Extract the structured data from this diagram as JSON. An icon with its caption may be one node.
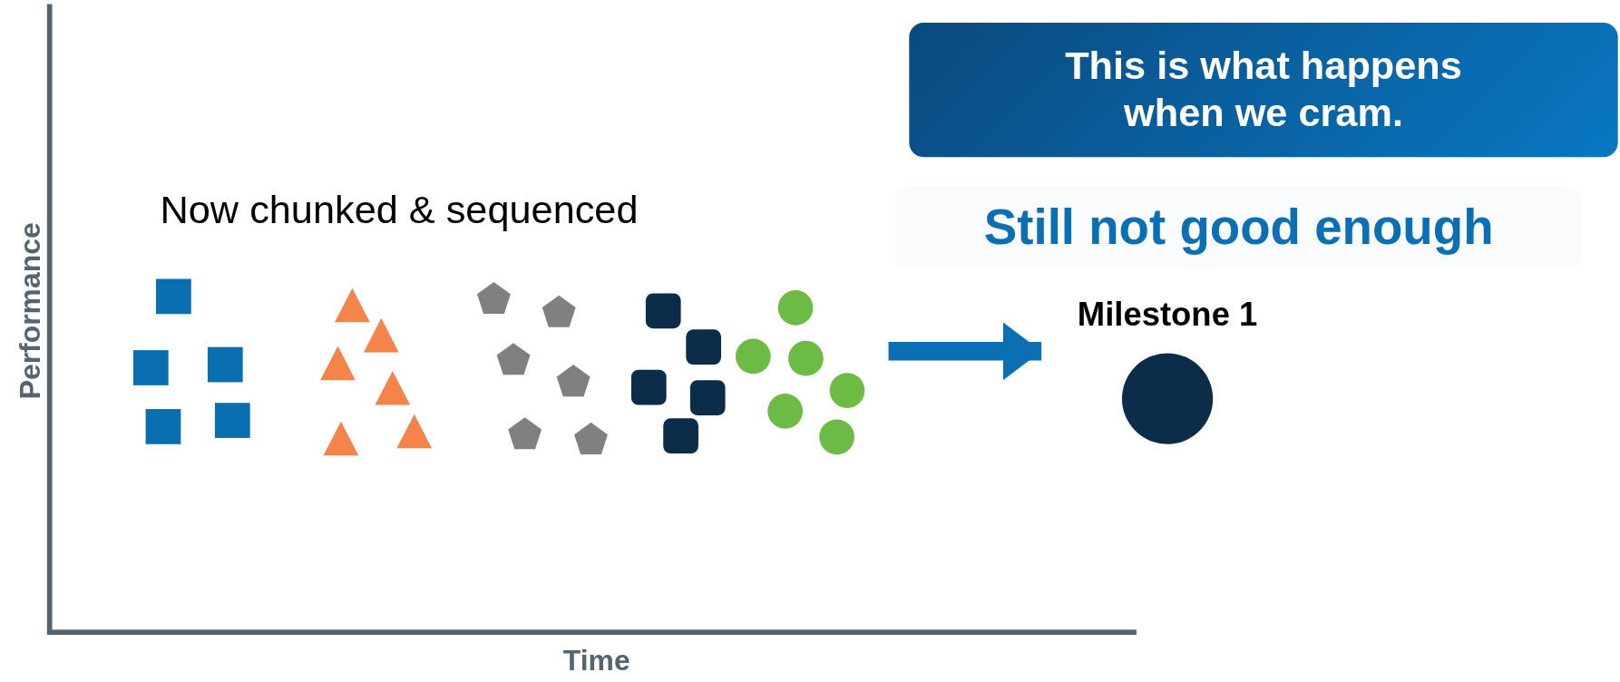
{
  "diagram": {
    "nodes": [
      {
        "text": [
          "This is what happens when we cram."
        ]
      },
      {
        "text": [
          "Still not good enough"
        ]
      },
      {
        "text": [
          "Milestone 1"
        ]
      }
    ],
    "edges": [
      {
        "from": null,
        "to": 2,
        "arrow": "to"
      }
    ],
    "labels": [
      "Now chunked & sequenced",
      "Performance",
      "Time"
    ]
  }
}
